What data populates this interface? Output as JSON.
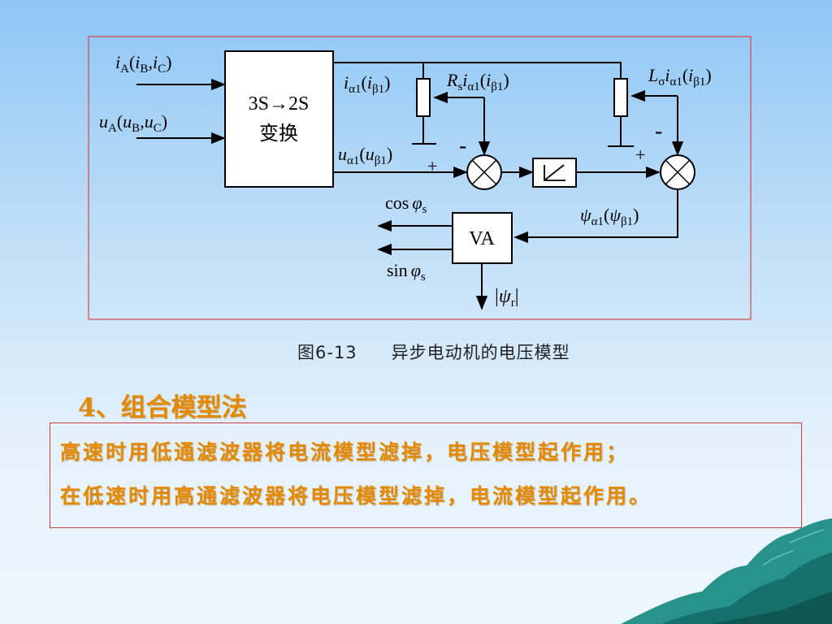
{
  "diagram": {
    "inputs": {
      "current": [
        "i",
        "A",
        "(",
        "i",
        "B",
        ",",
        "i",
        "C",
        ")"
      ],
      "voltage": [
        "u",
        "A",
        "(",
        "u",
        "B",
        ",",
        "u",
        "C",
        ")"
      ]
    },
    "transform_block": {
      "line1": "3S→2S",
      "line2": "变换"
    },
    "labels": {
      "i_alpha": [
        "i",
        "α1",
        "(",
        "i",
        "β1",
        ")"
      ],
      "rs_i": [
        "R",
        "s",
        "i",
        "α1",
        "(",
        "i",
        "β1",
        ")"
      ],
      "l_i": [
        "L",
        "σ",
        "i",
        "α1",
        "(",
        "i",
        "β1",
        ")"
      ],
      "u_alpha": [
        "u",
        "α1",
        "(",
        "u",
        "β1",
        ")"
      ],
      "psi_alpha": [
        "ψ",
        "α1",
        "(",
        "ψ",
        "β1",
        ")"
      ],
      "cos_phi": [
        "cos",
        "φ",
        "s"
      ],
      "sin_phi": [
        "sin",
        "φ",
        "s"
      ],
      "psi_r": [
        "|",
        "ψ",
        "r",
        "|"
      ]
    },
    "signs": {
      "minus1": "-",
      "plus1": "+",
      "minus2": "-",
      "plus2": "+"
    },
    "va_block": "VA"
  },
  "caption": {
    "number": "图6-13",
    "title": "异步电动机的电压模型"
  },
  "heading": "4、组合模型法",
  "text_lines": [
    "高速时用低通滤波器将电流模型滤掉，电压模型起作用；",
    "在低速时用高通滤波器将电压模型滤掉，电流模型起作用。"
  ],
  "colors": {
    "diagram_border": "#d94545",
    "text_accent": "#e58a00",
    "deco_teal": "#1e8c86"
  }
}
